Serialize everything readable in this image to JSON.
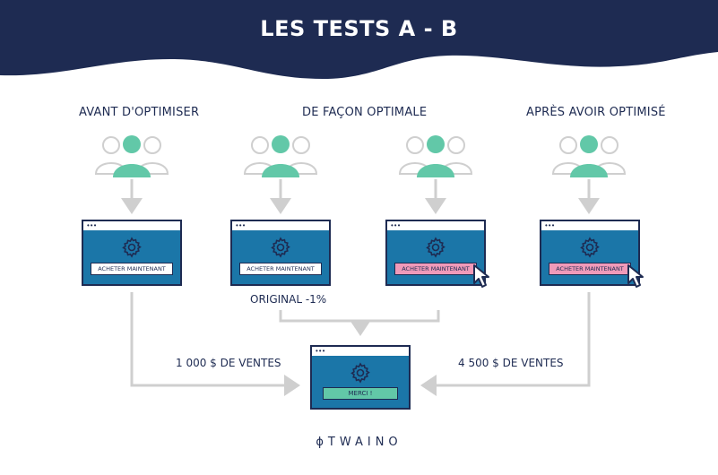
{
  "title": "LES TESTS A - B",
  "headings": {
    "before": "AVANT D'OPTIMISER",
    "optimal": "DE FAÇON OPTIMALE",
    "after": "APRÈS AVOIR OPTIMISÉ"
  },
  "buttons": {
    "buy": "ACHETER MAINTENANT",
    "thanks": "MERCI !"
  },
  "labels": {
    "original": "ORIGINAL -1%",
    "sales_before": "1 000 $ DE VENTES",
    "sales_after": "4 500 $ DE VENTES"
  },
  "logo": "TWAINO",
  "colors": {
    "navy": "#1e2b52",
    "blue": "#1b76a8",
    "teal": "#62c8a8",
    "pink": "#f09ab9",
    "grey": "#cfcfcf"
  }
}
